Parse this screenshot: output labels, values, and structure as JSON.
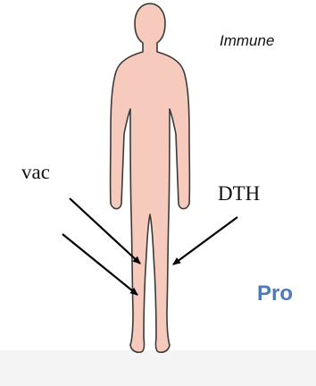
{
  "labels": {
    "immune": "Immune",
    "vac": "vac",
    "dth": "DTH",
    "pro": "Pro"
  },
  "icons": {
    "body": "human-body-silhouette",
    "arrow": "arrow-icon"
  },
  "colors": {
    "skin_fill": "#f6cbbe",
    "skin_stroke": "#3a3a3a",
    "heading_blue": "#4f7ab8",
    "text": "#111111",
    "arrow": "#000000"
  }
}
